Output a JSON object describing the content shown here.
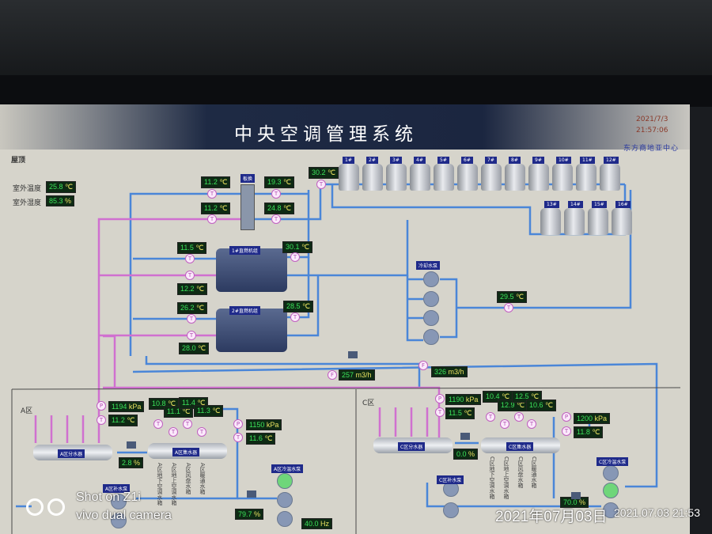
{
  "header": {
    "title": "中央空调管理系统",
    "date": "2021/7/3",
    "time": "21:57:06",
    "org": "东方商地亚中心"
  },
  "roof": {
    "section_label": "屋顶",
    "outdoor_temp_label": "室外温度",
    "outdoor_temp": "25.8",
    "outdoor_hum_label": "室外湿度",
    "outdoor_hum": "85.3",
    "exchanger_label": "板换"
  },
  "units": {
    "c": "℃",
    "p": "kPa",
    "pct": "%",
    "flow": "m3/h",
    "hz": "Hz"
  },
  "readouts": {
    "hx_in1": "11.2",
    "hx_out1": "19.3",
    "hx_in2": "11.2",
    "hx_out2": "24.8",
    "tower_supply": "30.2",
    "ch1_chw_in": "11.5",
    "ch1_cw": "30.1",
    "ch1_chw_out": "12.2",
    "ch2_chw_in": "26.2",
    "ch2_cw": "28.5",
    "ch2_chw_out": "28.0",
    "cw_return": "29.5",
    "flow1": "257",
    "flow2": "326",
    "a_p": "1194",
    "a_t": "11.2",
    "a_valve": "2.8",
    "a_b1": "10.8",
    "a_b2": "11.1",
    "a_b3": "11.4",
    "a_b4": "11.3",
    "a_p2": "1150",
    "a_t2": "11.6",
    "a_pump_pct": "79.7",
    "a_hz": "40.0",
    "c_p": "1190",
    "c_t": "11.5",
    "c_valve": "0.0",
    "c_b1": "10.4",
    "c_b2": "12.9",
    "c_b3": "12.5",
    "c_b4": "10.6",
    "c_p2": "1200",
    "c_t2": "11.8",
    "c_pump_pct": "70.0"
  },
  "towers": [
    "1#",
    "2#",
    "3#",
    "4#",
    "5#",
    "6#",
    "7#",
    "8#",
    "9#",
    "10#",
    "11#",
    "12#",
    "13#",
    "14#",
    "15#",
    "16#"
  ],
  "chillers": [
    "1#直燃机组",
    "2#直燃机组"
  ],
  "cooling_pumps_label": "冷却水泵",
  "zone_a": {
    "label": "A区",
    "supply_header": "A区分水器",
    "return_header": "A区集水器",
    "makeup_pumps": "A区补水泵",
    "circ_pumps": "A区冷温水泵",
    "branches": [
      "A区地下空调水箱",
      "A区地上空调水箱",
      "A区风盘水箱",
      "A区暖通水箱"
    ]
  },
  "zone_c": {
    "label": "C区",
    "supply_header": "C区分水器",
    "return_header": "C区集水器",
    "makeup_pumps": "C区补水泵",
    "circ_pumps": "C区冷温水泵",
    "branches": [
      "C区地下空调水箱",
      "C区地上空调水箱",
      "C区风盘水箱",
      "C区暖通水箱"
    ]
  },
  "watermark": {
    "line1": "Shot on Z1i",
    "line2": "vivo dual camera",
    "datestamp": "2021年07月03日",
    "timestamp": "2021.07.03 21:53"
  },
  "colors": {
    "supply_pipe": "#4a86d8",
    "return_pipe": "#d070d0",
    "active_pump": "#6fd67a"
  }
}
